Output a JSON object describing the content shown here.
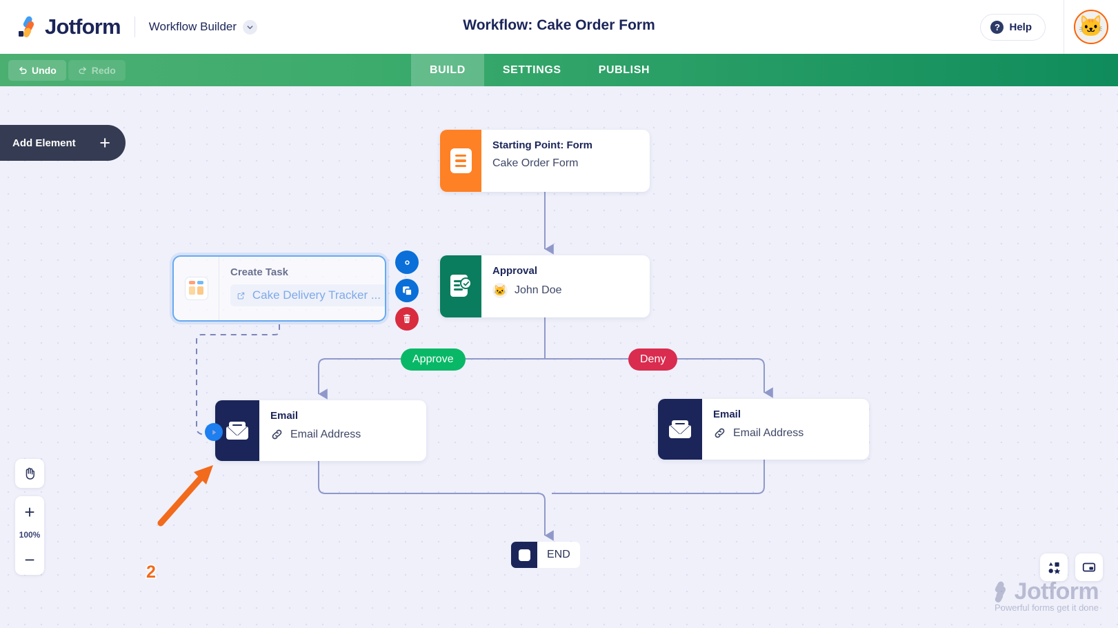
{
  "header": {
    "logo_text": "Jotform",
    "logo_icon": "jotform-logo-icon",
    "subtitle": "Workflow Builder",
    "chevron_icon": "chevron-down-icon",
    "workflow_title": "Workflow: Cake Order Form",
    "help_label": "Help",
    "help_icon": "question-mark-icon",
    "avatar_icon": "cat-avatar",
    "avatar_glyph": "🐱",
    "avatar_ring_color": "#ff6100"
  },
  "toolbar": {
    "undo_label": "Undo",
    "undo_icon": "undo-arrow-icon",
    "redo_label": "Redo",
    "redo_icon": "redo-arrow-icon",
    "redo_disabled": true,
    "tabs": [
      {
        "label": "BUILD",
        "active": true
      },
      {
        "label": "SETTINGS",
        "active": false
      },
      {
        "label": "PUBLISH",
        "active": false
      }
    ],
    "bar_color": "#0f8c5c"
  },
  "canvas": {
    "add_element_label": "Add Element",
    "add_element_icon": "plus-icon",
    "background_color": "#eff0fa"
  },
  "nodes": {
    "start": {
      "title": "Starting Point: Form",
      "subtitle": "Cake Order Form",
      "icon": "form-icon",
      "accent_color": "#ff8125"
    },
    "approval": {
      "title": "Approval",
      "subtitle": "John Doe",
      "icon": "approval-document-icon",
      "avatar_glyph": "🐱",
      "accent_color": "#0a7d5e"
    },
    "task": {
      "title": "Create Task",
      "subtitle": "Cake Delivery Tracker ...",
      "icon": "kanban-board-icon",
      "link_icon": "external-link-icon",
      "selected": true,
      "selection_color": "#67a9f0"
    },
    "email_left": {
      "title": "Email",
      "subtitle": "Email Address",
      "icon": "envelope-icon",
      "link_icon": "link-chain-icon",
      "accent_color": "#1b2559",
      "handle_icon": "connection-handle-icon"
    },
    "email_right": {
      "title": "Email",
      "subtitle": "Email Address",
      "icon": "envelope-icon",
      "link_icon": "link-chain-icon",
      "accent_color": "#1b2559"
    },
    "end": {
      "label": "END",
      "icon": "stop-square-icon"
    }
  },
  "node_actions": [
    {
      "name": "settings",
      "icon": "gear-icon",
      "color": "#0a6fd8"
    },
    {
      "name": "duplicate",
      "icon": "copy-icon",
      "color": "#0a6fd8"
    },
    {
      "name": "delete",
      "icon": "trash-icon",
      "color": "#d92c3f"
    }
  ],
  "branches": [
    {
      "label": "Approve",
      "color": "#08b866"
    },
    {
      "label": "Deny",
      "color": "#d92c4f"
    }
  ],
  "annotation": {
    "number": "2",
    "color": "#f26a1b",
    "arrow_icon": "annotation-arrow-icon"
  },
  "zoom_controls": {
    "pan_icon": "hand-pan-icon",
    "zoom_in_icon": "plus-icon",
    "zoom_out_icon": "minus-icon",
    "zoom_level": "100%"
  },
  "bottom_tools": [
    {
      "name": "shapes",
      "icon": "shapes-elements-icon"
    },
    {
      "name": "minimap",
      "icon": "minimap-icon"
    }
  ],
  "watermark": {
    "brand": "Jotform",
    "tagline": "Powerful forms get it done"
  }
}
